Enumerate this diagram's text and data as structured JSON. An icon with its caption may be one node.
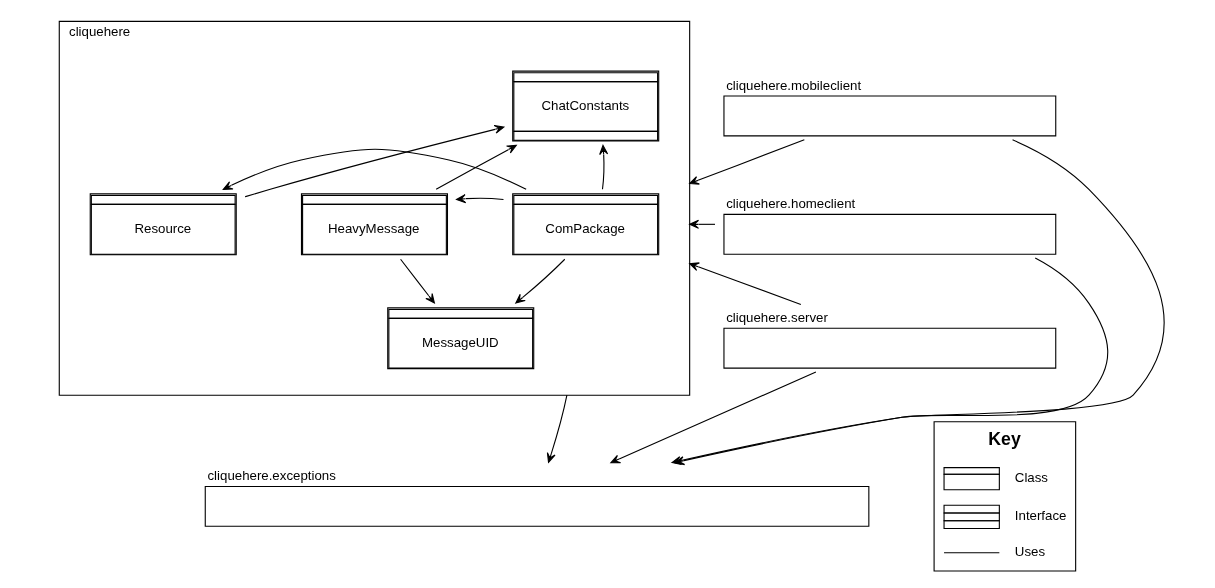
{
  "diagram": {
    "nodes": [
      {
        "text": [
          "cliquehere"
        ]
      },
      {
        "text": [
          "ChatConstants"
        ],
        "in": 0
      },
      {
        "text": [
          "Resource"
        ],
        "in": 0
      },
      {
        "text": [
          "ComPackage"
        ],
        "in": 0
      },
      {
        "text": [
          "HeavyMessage"
        ],
        "in": 0
      },
      {
        "text": [
          "MessageUID"
        ],
        "in": 0
      },
      {
        "text": [
          "cliquehere.mobileclient"
        ]
      },
      {
        "text": [
          "cliquehere.homeclient"
        ]
      },
      {
        "text": [
          "cliquehere.server"
        ]
      },
      {
        "text": [
          "cliquehere.exceptions"
        ]
      }
    ],
    "edges": [
      {
        "from": 2,
        "to": 1,
        "arrow": "to"
      },
      {
        "from": 3,
        "to": 1,
        "arrow": "to"
      },
      {
        "from": 4,
        "to": 1,
        "arrow": "to"
      },
      {
        "from": 3,
        "to": 2,
        "arrow": "to"
      },
      {
        "from": 3,
        "to": 4,
        "arrow": "to"
      },
      {
        "from": 3,
        "to": 5,
        "arrow": "to"
      },
      {
        "from": 4,
        "to": 5,
        "arrow": "to"
      },
      {
        "from": 0,
        "to": 9,
        "arrow": "to"
      },
      {
        "from": 6,
        "to": 0,
        "arrow": "to"
      },
      {
        "from": 7,
        "to": 0,
        "arrow": "to"
      },
      {
        "from": 8,
        "to": 0,
        "arrow": "to"
      },
      {
        "from": 6,
        "to": 9,
        "arrow": "to"
      },
      {
        "from": 7,
        "to": 9,
        "arrow": "to"
      },
      {
        "from": 8,
        "to": 9,
        "arrow": "to"
      }
    ],
    "labels": [
      "Key"
    ],
    "legend": [
      {
        "text": "Class"
      },
      {
        "text": "Interface"
      },
      {
        "text": "Uses"
      }
    ]
  }
}
